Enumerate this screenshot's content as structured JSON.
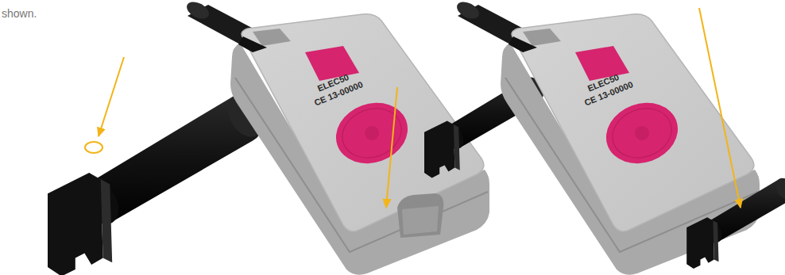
{
  "diagram": {
    "labels": [
      "shown.",
      "ELEC50",
      "CE 13-00000",
      "ELEC50",
      "CE 13-00000"
    ]
  }
}
